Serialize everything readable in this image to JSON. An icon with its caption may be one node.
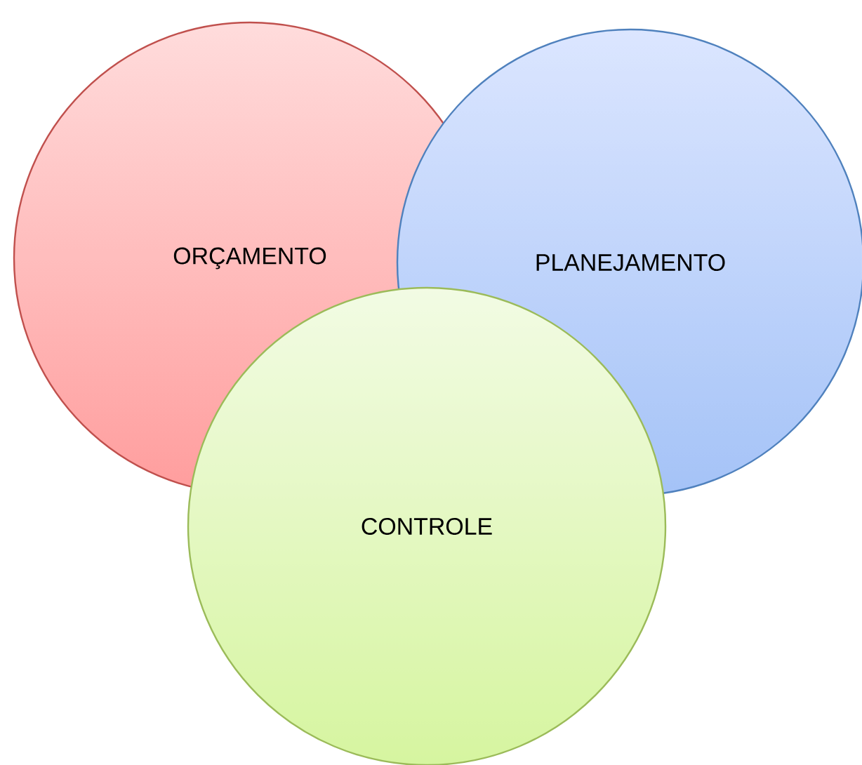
{
  "diagram": {
    "nodes": [
      {
        "text": [
          "ORÇAMENTO"
        ]
      },
      {
        "text": [
          "PLANEJAMENTO"
        ]
      },
      {
        "text": [
          "CONTROLE"
        ]
      }
    ]
  }
}
